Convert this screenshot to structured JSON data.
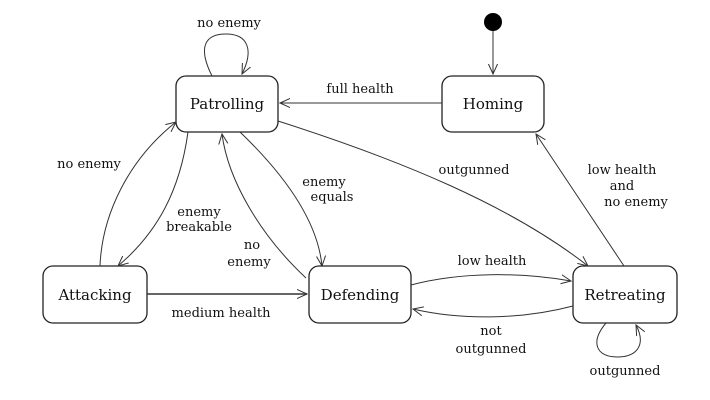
{
  "states": {
    "patrolling": "Patrolling",
    "homing": "Homing",
    "attacking": "Attacking",
    "defending": "Defending",
    "retreating": "Retreating"
  },
  "transitions": {
    "patrolling_self": "no enemy",
    "homing_to_patrolling": "full health",
    "attacking_to_patrolling": "no enemy",
    "patrolling_to_attacking": [
      "enemy",
      "breakable"
    ],
    "patrolling_to_defending": [
      "enemy",
      "equals"
    ],
    "defending_to_patrolling": [
      "no",
      "enemy"
    ],
    "patrolling_to_retreating": "outgunned",
    "retreating_to_homing": [
      "low health",
      "and",
      "no enemy"
    ],
    "attacking_to_defending": "medium health",
    "defending_to_retreating": "low health",
    "retreating_to_defending": [
      "not",
      "outgunned"
    ],
    "retreating_self": "outgunned"
  }
}
